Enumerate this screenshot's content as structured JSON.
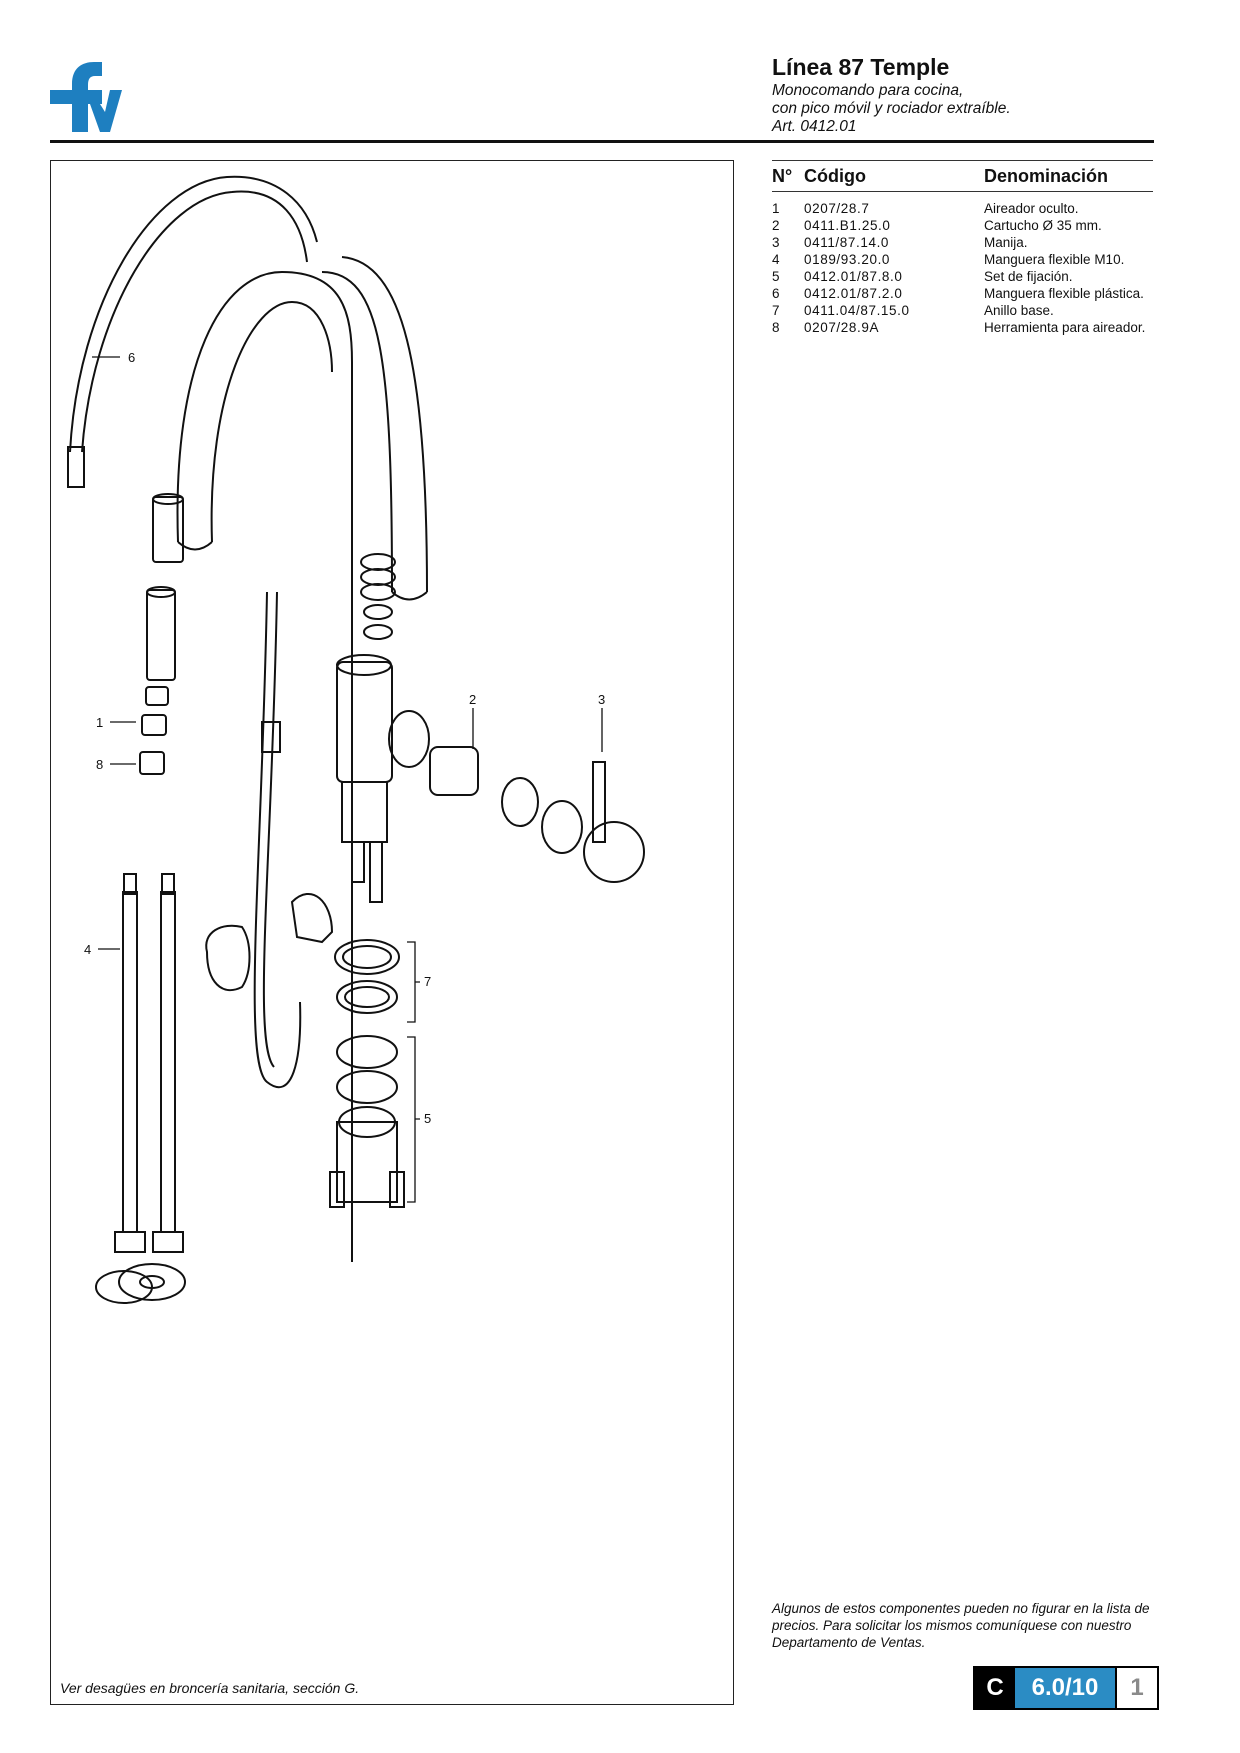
{
  "header": {
    "title": "Línea 87 Temple",
    "subtitle_lines": [
      "Monocomando para cocina,",
      "con pico móvil y rociador extraíble.",
      "Art. 0412.01"
    ]
  },
  "table": {
    "headers": {
      "n": "N°",
      "code": "Código",
      "name": "Denominación"
    },
    "rows": [
      {
        "n": "1",
        "code": "0207/28.7",
        "name": "Aireador oculto."
      },
      {
        "n": "2",
        "code": "0411.B1.25.0",
        "name": "Cartucho Ø 35 mm."
      },
      {
        "n": "3",
        "code": "0411/87.14.0",
        "name": "Manija."
      },
      {
        "n": "4",
        "code": "0189/93.20.0",
        "name": "Manguera flexible M10."
      },
      {
        "n": "5",
        "code": "0412.01/87.8.0",
        "name": "Set de fijación."
      },
      {
        "n": "6",
        "code": "0412.01/87.2.0",
        "name": "Manguera flexible plástica."
      },
      {
        "n": "7",
        "code": "0411.04/87.15.0",
        "name": "Anillo base."
      },
      {
        "n": "8",
        "code": "0207/28.9A",
        "name": "Herramienta para aireador."
      }
    ]
  },
  "drawing": {
    "callouts": {
      "c1": "1",
      "c2": "2",
      "c3": "3",
      "c4": "4",
      "c5": "5",
      "c6": "6",
      "c7": "7",
      "c8": "8"
    }
  },
  "frame_note": "Ver desagües en broncería sanitaria, sección G.",
  "footnote": "Algunos de estos componentes pueden no figurar en la lista de precios. Para solicitar los mismos comuníquese con nuestro Departamento de Ventas.",
  "pager": {
    "section": "C",
    "number": "6.0/10",
    "sheet": "1"
  },
  "colors": {
    "accent": "#2b8cc4",
    "logo": "#1e7fc0"
  }
}
